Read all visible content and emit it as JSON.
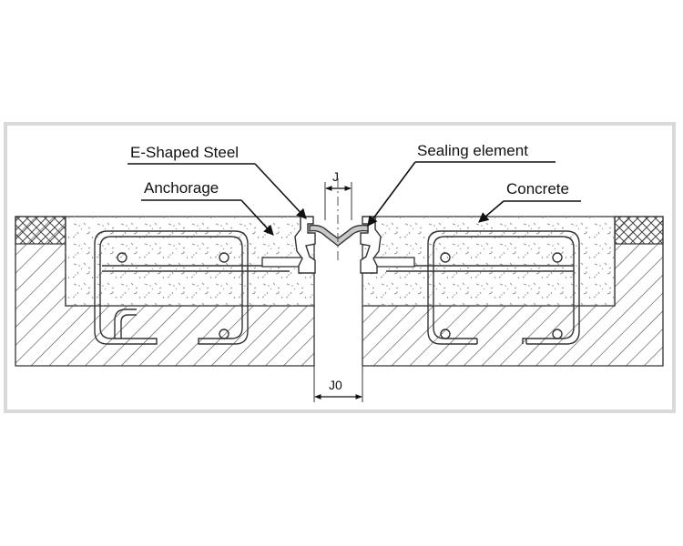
{
  "labels": {
    "e_shaped_steel": "E-Shaped Steel",
    "sealing_element": "Sealing element",
    "anchorage": "Anchorage",
    "concrete": "Concrete",
    "gap_j": "J",
    "gap_j0": "J0"
  },
  "colors": {
    "frame": "#d9d9d9",
    "line": "#333333",
    "arrow": "#111111",
    "hatch": "#555555",
    "concrete_speck": "#9a9a9a"
  }
}
